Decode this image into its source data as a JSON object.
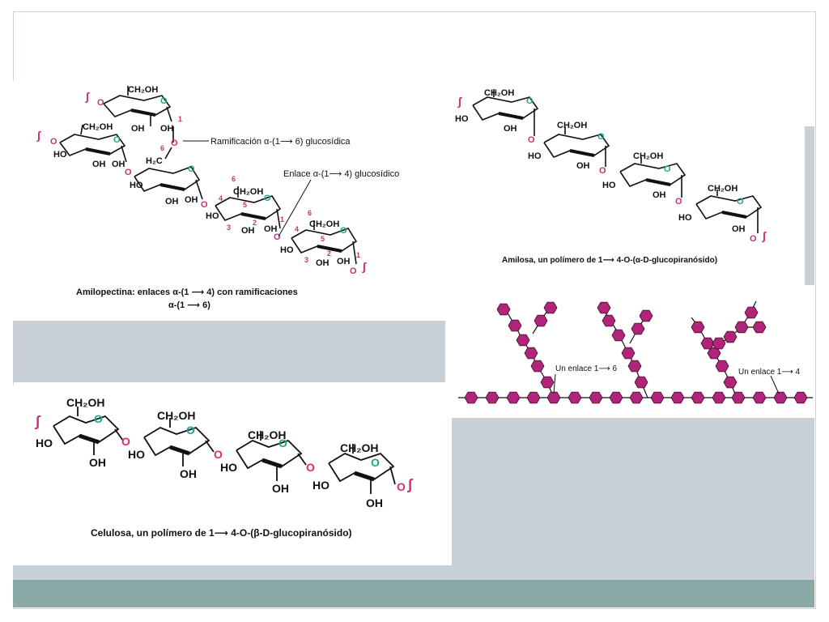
{
  "amylopectin": {
    "caption_line1": "Amilopectina: enlaces α-(1 ⟶ 4) con ramificaciones",
    "caption_line2": "α-(1 ⟶ 6)",
    "branch_label": "Ramificación α-(1⟶ 6) glucosídica",
    "chain_label": "Enlace α-(1⟶ 4) glucosídico"
  },
  "amylose": {
    "caption": "Amilosa, un polímero de 1⟶ 4-O-(α-D-glucopiranósido)"
  },
  "cellulose": {
    "caption": "Celulosa, un polímero de 1⟶ 4-O-(β-D-glucopiranósido)"
  },
  "branching_schematic": {
    "label_1_6": "Un enlace 1⟶ 6",
    "label_1_4": "Un enlace 1⟶ 4"
  },
  "glyphs": {
    "ch2oh": "CH₂OH",
    "h2c": "H₂C",
    "oh": "OH",
    "ho": "HO",
    "o": "O",
    "wavy": "∫"
  },
  "atom_numbers": [
    "1",
    "2",
    "3",
    "4",
    "5",
    "6"
  ],
  "colors": {
    "ring_oxygen": "#1aa890",
    "linkage_oxygen": "#d62a7a",
    "glucose_unit": "#b0247a",
    "teal_band": "#8aa8a6",
    "gray_block": "#c7d1d7"
  },
  "icons": [
    "glucose-hexagon-icon",
    "wavy-bond-icon"
  ]
}
